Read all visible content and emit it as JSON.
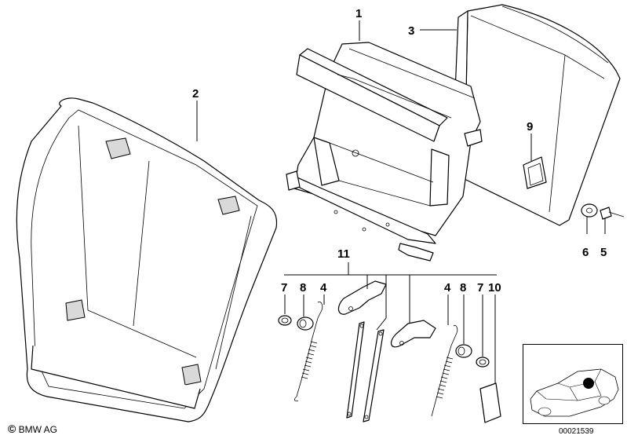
{
  "callouts": {
    "c1": "1",
    "c2": "2",
    "c3": "3",
    "c4a": "4",
    "c4b": "4",
    "c5": "5",
    "c6": "6",
    "c7a": "7",
    "c7b": "7",
    "c8a": "8",
    "c8b": "8",
    "c9": "9",
    "c10": "10",
    "c11": "11"
  },
  "footer": {
    "copyright_symbol": "©",
    "copyright_text": "BMW AG",
    "document_number": "00021539"
  },
  "colors": {
    "line": "#000000",
    "background": "#ffffff",
    "shade": "#d9d9d9"
  }
}
